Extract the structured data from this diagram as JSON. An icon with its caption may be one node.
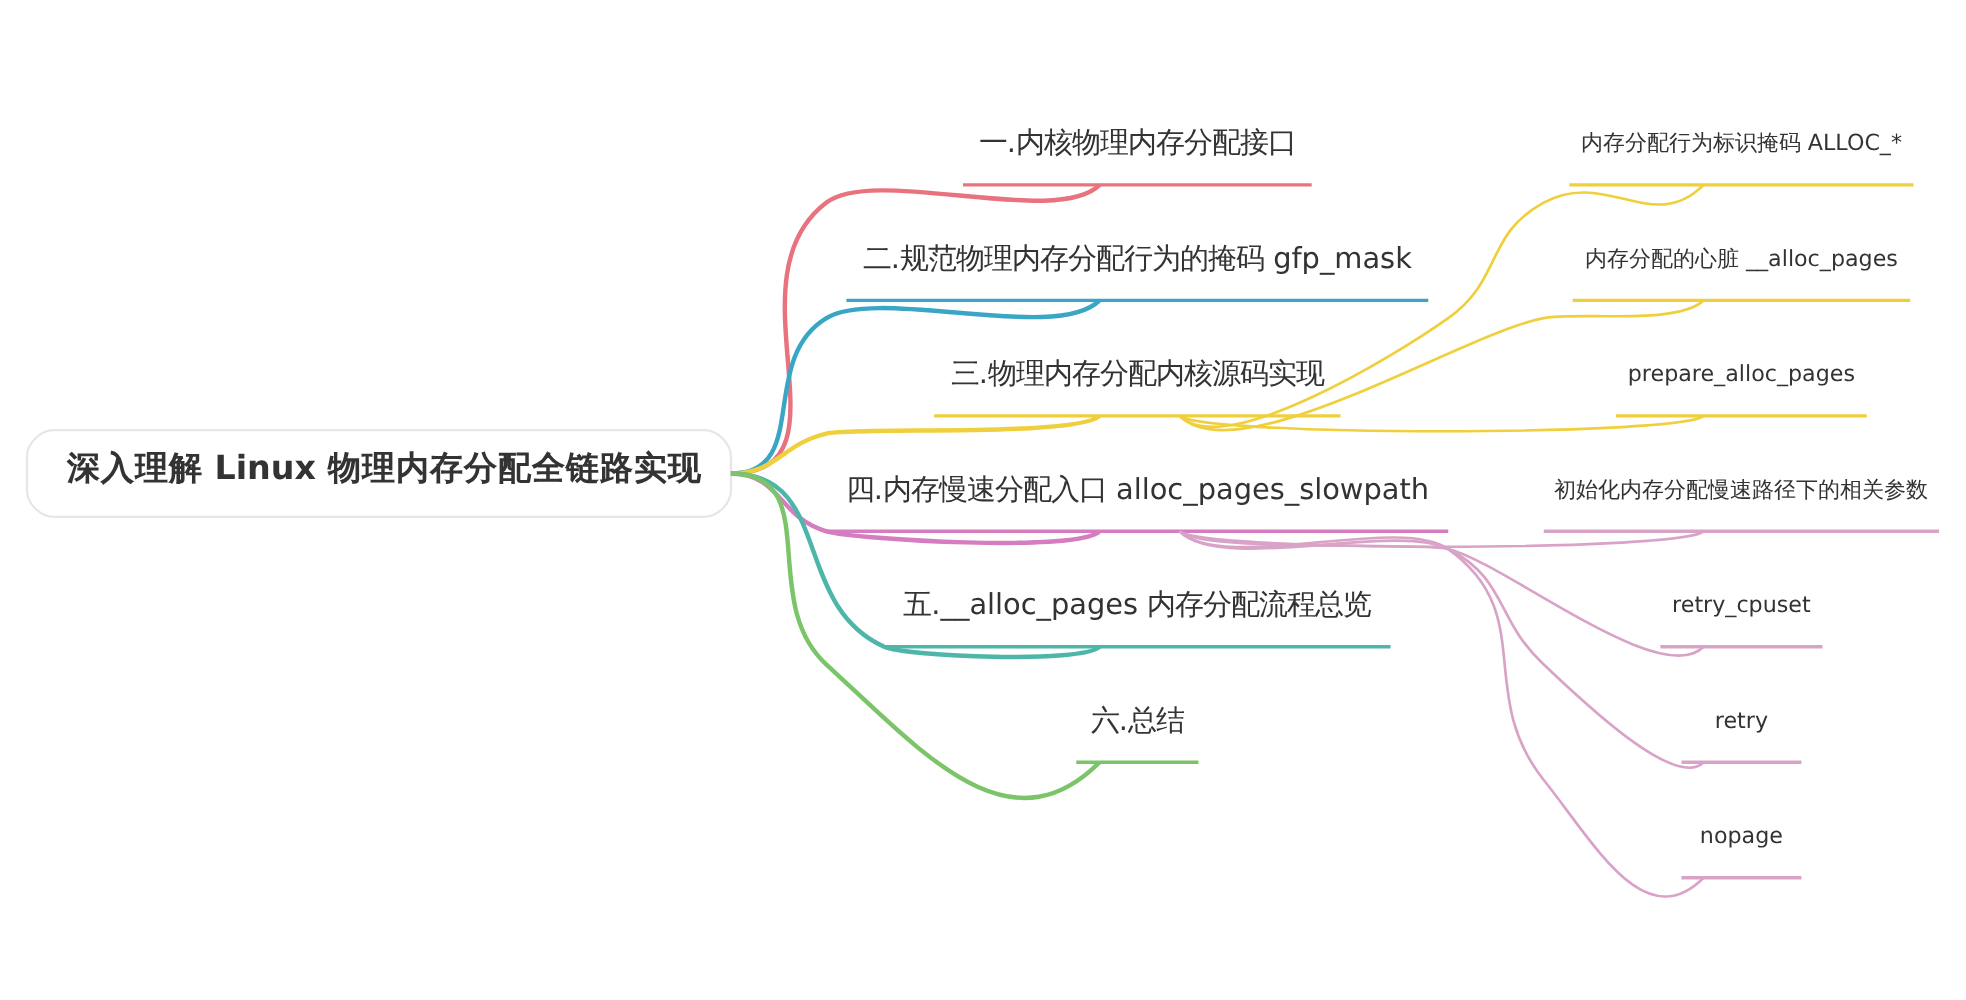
{
  "diagram": {
    "nodes": [
      {
        "text": [
          "深入理解 Linux 物理内存分配全链路实现"
        ]
      },
      {
        "text": [
          "一.内核物理内存分配接口"
        ]
      },
      {
        "text": [
          "二.规范物理内存分配行为的掩码 gfp_mask"
        ]
      },
      {
        "text": [
          "三.物理内存分配内核源码实现"
        ]
      },
      {
        "text": [
          "内存分配行为标识掩码 ALLOC_*"
        ]
      },
      {
        "text": [
          "内存分配的心脏 __alloc_pages"
        ]
      },
      {
        "text": [
          "prepare_alloc_pages"
        ]
      },
      {
        "text": [
          "四.内存慢速分配入口 alloc_pages_slowpath"
        ]
      },
      {
        "text": [
          "初始化内存分配慢速路径下的相关参数"
        ]
      },
      {
        "text": [
          "retry_cpuset"
        ]
      },
      {
        "text": [
          "retry"
        ]
      },
      {
        "text": [
          "nopage"
        ]
      },
      {
        "text": [
          "五.__alloc_pages 内存分配流程总览"
        ]
      },
      {
        "text": [
          "六.总结"
        ]
      }
    ],
    "edges": [
      {
        "from": 0,
        "to": 1,
        "arrow": "none",
        "color": "#e8737f"
      },
      {
        "from": 0,
        "to": 2,
        "arrow": "none",
        "color": "#3aa6c6"
      },
      {
        "from": 0,
        "to": 3,
        "arrow": "none",
        "color": "#f0cf3c"
      },
      {
        "from": 3,
        "to": 4,
        "arrow": "none",
        "color": "#f0cf3c"
      },
      {
        "from": 3,
        "to": 5,
        "arrow": "none",
        "color": "#f0cf3c"
      },
      {
        "from": 3,
        "to": 6,
        "arrow": "none",
        "color": "#f0cf3c"
      },
      {
        "from": 0,
        "to": 7,
        "arrow": "none",
        "color": "#d67cc0"
      },
      {
        "from": 7,
        "to": 8,
        "arrow": "none",
        "color": "#d9a3c8"
      },
      {
        "from": 7,
        "to": 9,
        "arrow": "none",
        "color": "#d9a3c8"
      },
      {
        "from": 7,
        "to": 10,
        "arrow": "none",
        "color": "#d9a3c8"
      },
      {
        "from": 7,
        "to": 11,
        "arrow": "none",
        "color": "#d9a3c8"
      },
      {
        "from": 0,
        "to": 12,
        "arrow": "none",
        "color": "#4db6a8"
      },
      {
        "from": 0,
        "to": 13,
        "arrow": "none",
        "color": "#7cc46a"
      }
    ]
  }
}
